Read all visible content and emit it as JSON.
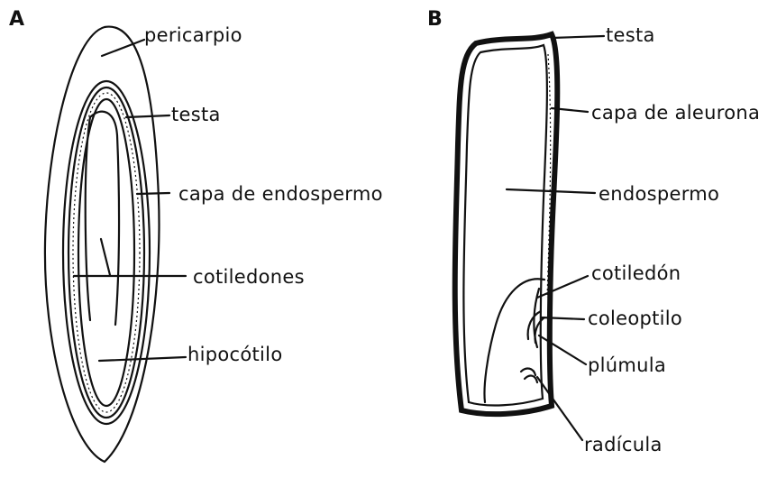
{
  "panels": {
    "a": "A",
    "b": "B"
  },
  "diagram_a": {
    "pericarp": "pericarpio",
    "seed_coat": "testa",
    "endosperm_layer": "capa de endospermo",
    "cotyledons": "cotiledones",
    "hypocotyl": "hipocótilo"
  },
  "diagram_b": {
    "seed_coat": "testa",
    "aleurone_layer": "capa de aleurona",
    "endosperm": "endospermo",
    "cotyledon": "cotiledón",
    "coleoptile": "coleoptilo",
    "plumule": "plúmula",
    "radicle": "radícula"
  }
}
